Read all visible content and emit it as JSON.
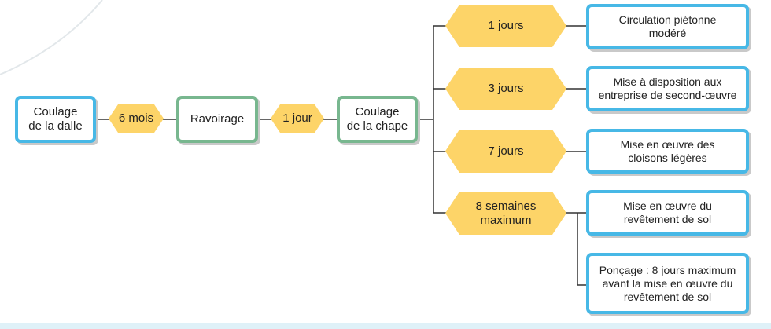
{
  "main_chain": {
    "coulage_dalle": "Coulage\nde la dalle",
    "delay_6_mois": "6 mois",
    "ravoirage": "Ravoirage",
    "delay_1_jour": "1 jour",
    "coulage_chape": "Coulage\nde la chape"
  },
  "branches": [
    {
      "delay": "1 jours",
      "action": "Circulation piétonne\nmodéré"
    },
    {
      "delay": "3 jours",
      "action": "Mise à disposition aux\nentreprise de second-œuvre"
    },
    {
      "delay": "7 jours",
      "action": "Mise en œuvre des\ncloisons légères"
    },
    {
      "delay": "8 semaines\nmaximum",
      "action": "Mise en œuvre du\nrevêtement de sol"
    }
  ],
  "extra_action": "Ponçage : 8 jours maximum\navant la mise en œuvre du\nrevêtement de sol",
  "colors": {
    "blue_border": "#47b8e6",
    "green_border": "#78b78f",
    "hex_fill": "#fdd468",
    "connector": "#333333"
  }
}
